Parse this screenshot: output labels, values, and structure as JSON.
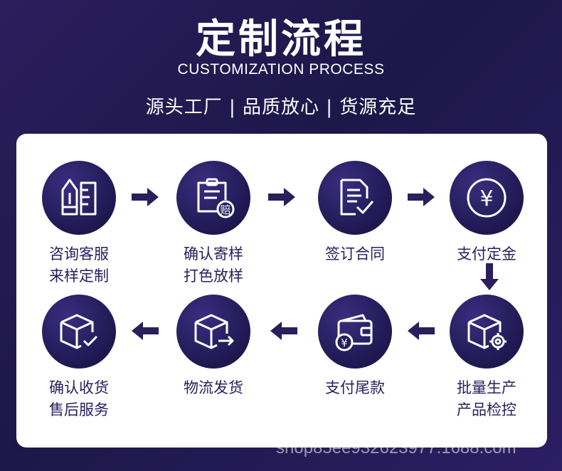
{
  "header": {
    "title": "定制流程",
    "subtitle": "CUSTOMIZATION PROCESS",
    "tagline": "源头工厂 | 品质放心 | 货源充足"
  },
  "steps": [
    {
      "icon": "ruler-pencil-icon",
      "line1": "咨询客服",
      "line2": "来样定制"
    },
    {
      "icon": "clipboard-compensation-icon",
      "line1": "确认寄样",
      "line2": "打色放样",
      "badge": "赔"
    },
    {
      "icon": "contract-document-icon",
      "line1": "签订合同",
      "line2": ""
    },
    {
      "icon": "yuan-coin-icon",
      "line1": "支付定金",
      "line2": "",
      "symbol": "¥"
    },
    {
      "icon": "box-gear-icon",
      "line1": "批量生产",
      "line2": "产品检控"
    },
    {
      "icon": "wallet-yuan-icon",
      "line1": "支付尾款",
      "line2": "",
      "symbol": "¥"
    },
    {
      "icon": "box-shipping-icon",
      "line1": "物流发货",
      "line2": ""
    },
    {
      "icon": "box-check-icon",
      "line1": "确认收货",
      "line2": "售后服务"
    }
  ],
  "colors": {
    "background": "#231a52",
    "icon_circle": "#241c5a",
    "label_text": "#2a1e5c",
    "card": "#ffffff"
  },
  "watermark": "shop85ee932623977.1688.com"
}
